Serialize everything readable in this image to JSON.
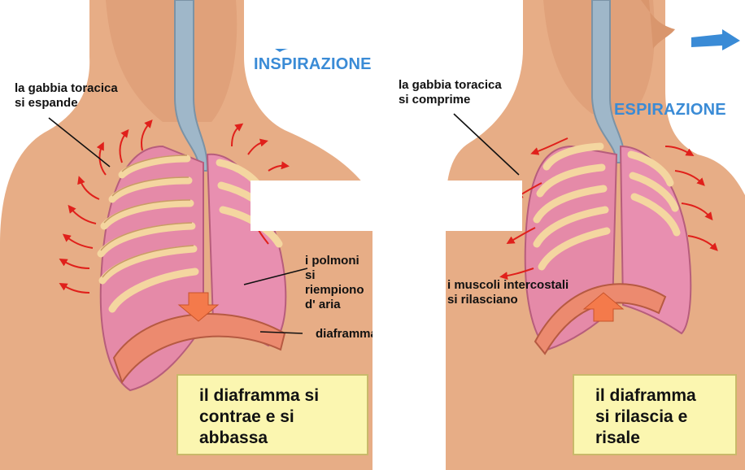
{
  "colors": {
    "skin": "#e7ad86",
    "skin_shadow": "#c98962",
    "lung": "#e58aa8",
    "rib": "#f4d6a0",
    "trachea": "#9fb7c9",
    "arrow": "#e0201b",
    "diaphragm_arrow": "#f47a4b",
    "title_blue": "#3a8bd6",
    "caption_bg": "#fbf6b0"
  },
  "inspiration": {
    "title": "INSPIRAZIONE",
    "label_ribcage": "la gabbia toracica\nsi espande",
    "label_lungs": "i polmoni\nsi riempiono\nd' aria",
    "label_diaphragm": "diaframma",
    "caption": "il diaframma si\ncontrae  e  si\nabbassa",
    "diaphragm_arrow_direction": "down",
    "airflow_icon": "air-in-arrow-icon"
  },
  "expiration": {
    "title": "ESPIRAZIONE",
    "label_ribcage": "la gabbia toracica\nsi comprime",
    "label_muscles": "i muscoli intercostali\nsi rilasciano",
    "caption": "il diaframma\nsi rilascia e\nrisale",
    "diaphragm_arrow_direction": "up",
    "airflow_icon": "air-out-arrow-icon"
  }
}
